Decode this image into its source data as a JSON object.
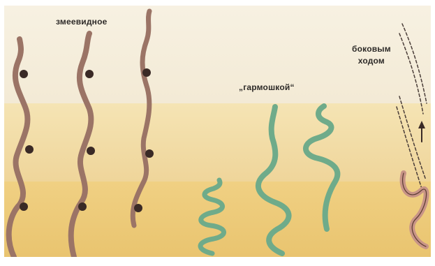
{
  "labels": {
    "serpentine": "змеевидное",
    "concertina": "„гармошкой“",
    "sidewinding_line1": "боковым",
    "sidewinding_line2": "ходом"
  },
  "colors": {
    "serpentine_snake": "#9b7466",
    "concertina_snake": "#6fab8a",
    "sidewinding_snake": "#c89486",
    "peg": "#3a2a26"
  },
  "icons": {
    "arrow": "up-arrow-icon"
  }
}
